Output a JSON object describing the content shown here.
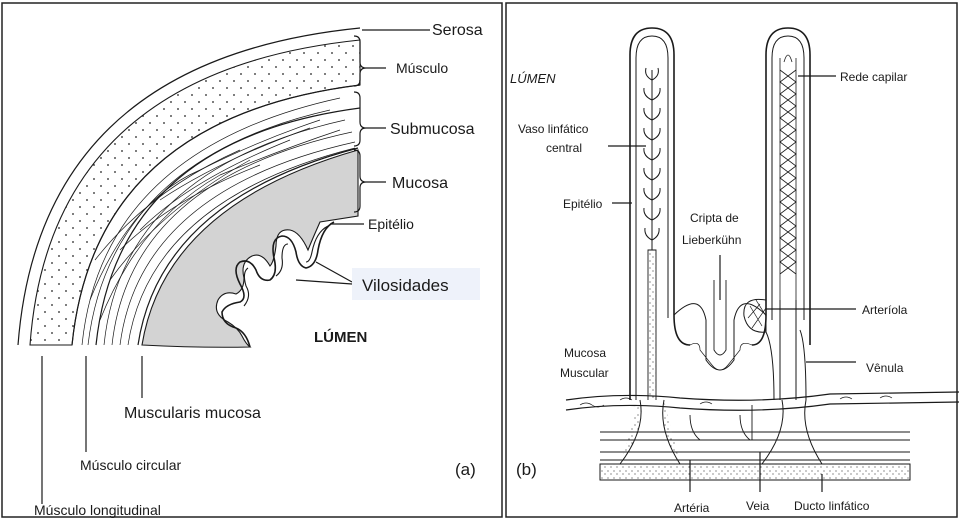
{
  "panel_a": {
    "tag": "(a)",
    "labels": {
      "serosa": "Serosa",
      "musculo": "Músculo",
      "submucosa": "Submucosa",
      "mucosa": "Mucosa",
      "epitelio": "Epitélio",
      "vilosidades": "Vilosidades",
      "lumen": "LÚMEN",
      "muscularis_mucosa": "Muscularis mucosa",
      "musculo_circular": "Músculo circular",
      "musculo_longitudinal": "Músculo longitudinal"
    }
  },
  "panel_b": {
    "tag": "(b)",
    "labels": {
      "lumen": "LÚMEN",
      "rede_capilar": "Rede capilar",
      "vaso_linfatico_1": "Vaso linfático",
      "vaso_linfatico_2": "central",
      "epitelio": "Epitélio",
      "cripta_1": "Cripta de",
      "cripta_2": "Lieberkühn",
      "arteriola": "Arteríola",
      "venula": "Vênula",
      "mucosa_muscular_1": "Mucosa",
      "mucosa_muscular_2": "Muscular",
      "arteria": "Artéria",
      "veia": "Veia",
      "ducto_linfatico": "Ducto linfático"
    }
  },
  "colors": {
    "mucosa_fill": "#d3d3d3",
    "vilosidades_box": "#eef2fa",
    "ink": "#1a1a1a"
  }
}
